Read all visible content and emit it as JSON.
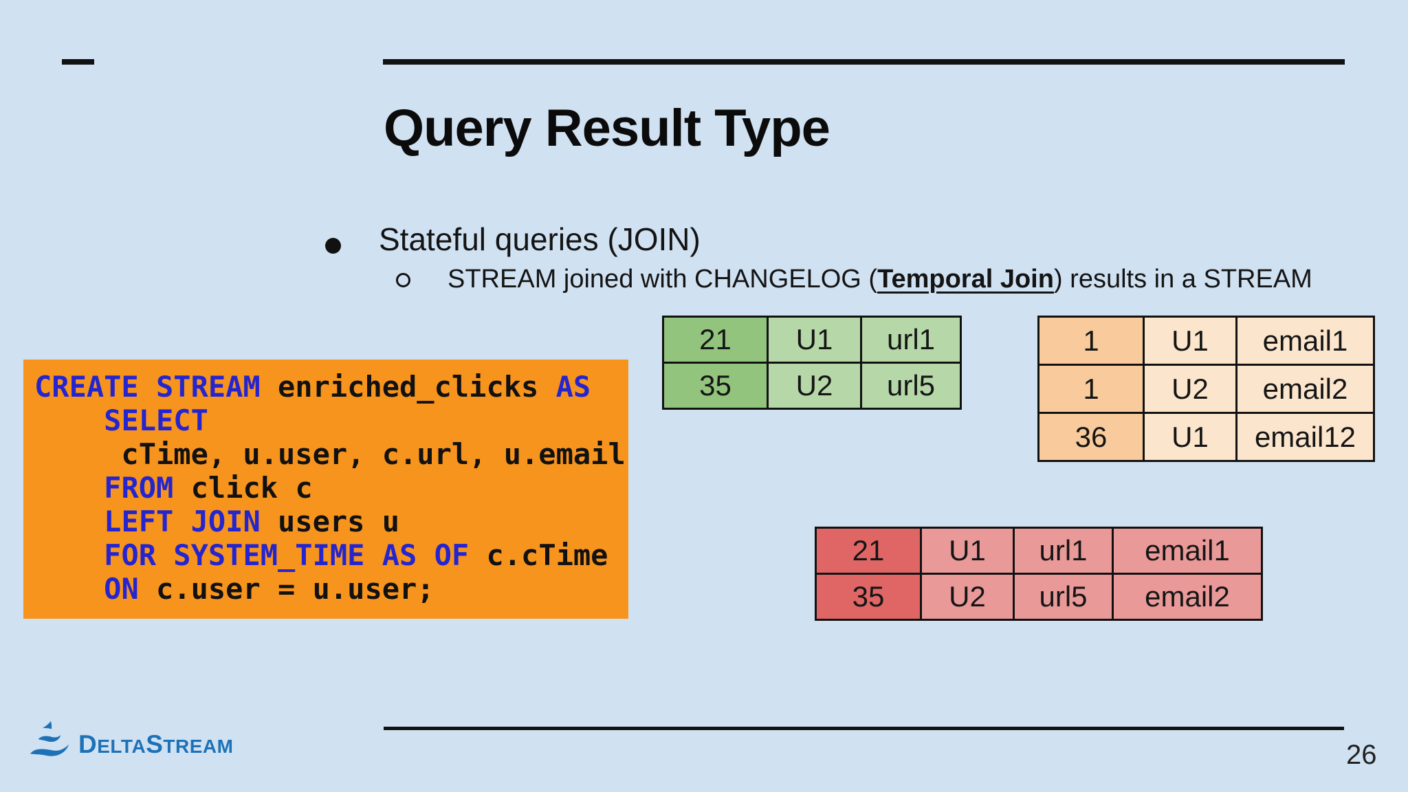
{
  "slide": {
    "title": "Query Result Type",
    "page_number": "26",
    "background_color": "#d0e1f2",
    "accent_line_color": "#111111"
  },
  "bullets": {
    "main": "Stateful queries (JOIN)",
    "sub_prefix": "STREAM joined with CHANGELOG (",
    "sub_emphasis": "Temporal Join",
    "sub_suffix": ") results in a STREAM"
  },
  "code_block": {
    "background_color": "#f7941e",
    "keyword_color": "#2525cf",
    "text_color": "#111111",
    "lines": [
      [
        {
          "text": "CREATE STREAM",
          "kw": true
        },
        {
          "text": " enriched_clicks ",
          "kw": false
        },
        {
          "text": "AS",
          "kw": true
        }
      ],
      [
        {
          "text": "    ",
          "kw": false
        },
        {
          "text": "SELECT",
          "kw": true
        }
      ],
      [
        {
          "text": "     cTime, u.user, c.url, u.email",
          "kw": false
        }
      ],
      [
        {
          "text": "    ",
          "kw": false
        },
        {
          "text": "FROM",
          "kw": true
        },
        {
          "text": " click c",
          "kw": false
        }
      ],
      [
        {
          "text": "    ",
          "kw": false
        },
        {
          "text": "LEFT JOIN",
          "kw": true
        },
        {
          "text": " users u",
          "kw": false
        }
      ],
      [
        {
          "text": "    ",
          "kw": false
        },
        {
          "text": "FOR SYSTEM_TIME AS OF",
          "kw": true
        },
        {
          "text": " c.cTime",
          "kw": false
        }
      ],
      [
        {
          "text": "    ",
          "kw": false
        },
        {
          "text": "ON",
          "kw": true
        },
        {
          "text": " c.user = u.user;",
          "kw": false
        }
      ]
    ]
  },
  "tables": {
    "clicks_stream": {
      "first_col_color": "#93c47d",
      "cell_color": "#b6d7a8",
      "rows": [
        [
          "21",
          "U1",
          "url1"
        ],
        [
          "35",
          "U2",
          "url5"
        ]
      ]
    },
    "users_changelog": {
      "first_col_color": "#f9cb9c",
      "cell_color": "#fce5cd",
      "rows": [
        [
          "1",
          "U1",
          "email1"
        ],
        [
          "1",
          "U2",
          "email2"
        ],
        [
          "36",
          "U1",
          "email12"
        ]
      ]
    },
    "result_stream": {
      "first_col_color": "#e06666",
      "cell_color": "#ea9999",
      "rows": [
        [
          "21",
          "U1",
          "url1",
          "email1"
        ],
        [
          "35",
          "U2",
          "url5",
          "email2"
        ]
      ]
    }
  },
  "logo": {
    "color": "#1d72b7",
    "part_d": "D",
    "part_elta": "ELTA",
    "part_s": "S",
    "part_tream": "TREAM"
  }
}
